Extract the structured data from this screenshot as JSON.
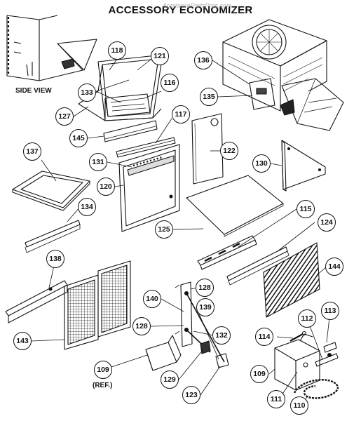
{
  "title": "ACCESSORY ECONOMIZER",
  "watermark": "AppliancePartsPros.com",
  "labels": {
    "side_view": "SIDE VIEW",
    "ref": "(REF.)"
  },
  "callouts": {
    "p118": "118",
    "p121": "121",
    "p133": "133",
    "p116": "116",
    "p127": "127",
    "p145": "145",
    "p117": "117",
    "p136": "136",
    "p135": "135",
    "p137": "137",
    "p131": "131",
    "p120": "120",
    "p122": "122",
    "p130": "130",
    "p134": "134",
    "p115": "115",
    "p125": "125",
    "p124": "124",
    "p138": "138",
    "p144": "144",
    "p143": "143",
    "p140": "140",
    "p128a": "128",
    "p139": "139",
    "p128b": "128",
    "p132": "132",
    "p113": "113",
    "p114": "114",
    "p112": "112",
    "p109a": "109",
    "p129": "129",
    "p109b": "109",
    "p123": "123",
    "p111": "111",
    "p110": "110"
  }
}
